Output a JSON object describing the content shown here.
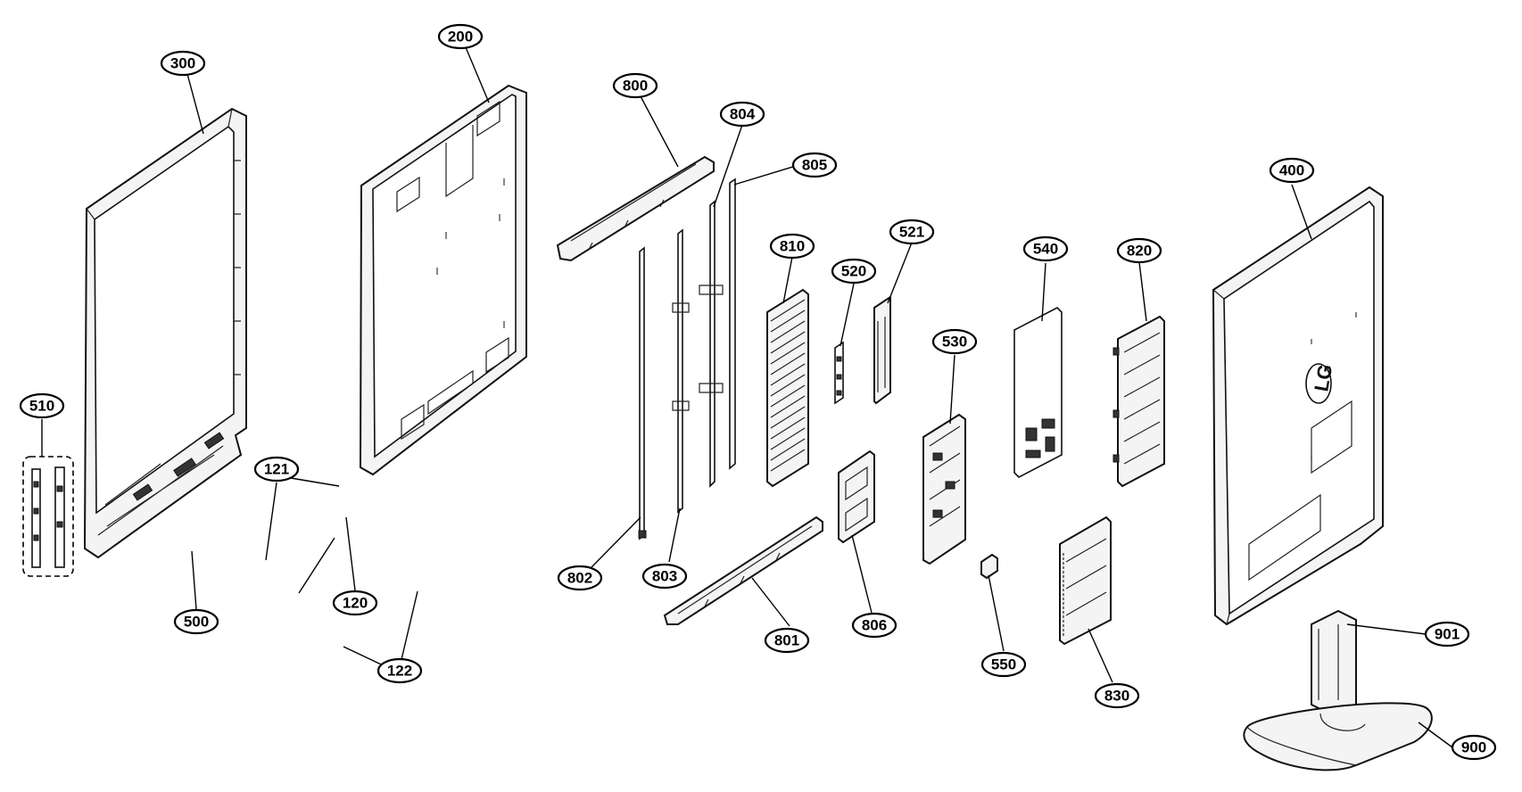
{
  "callouts": [
    {
      "id": "c300",
      "label": "300"
    },
    {
      "id": "c200",
      "label": "200"
    },
    {
      "id": "c800",
      "label": "800"
    },
    {
      "id": "c804",
      "label": "804"
    },
    {
      "id": "c805",
      "label": "805"
    },
    {
      "id": "c810",
      "label": "810"
    },
    {
      "id": "c521",
      "label": "521"
    },
    {
      "id": "c520",
      "label": "520"
    },
    {
      "id": "c540",
      "label": "540"
    },
    {
      "id": "c820",
      "label": "820"
    },
    {
      "id": "c400",
      "label": "400"
    },
    {
      "id": "c530",
      "label": "530"
    },
    {
      "id": "c510",
      "label": "510"
    },
    {
      "id": "c121",
      "label": "121"
    },
    {
      "id": "c500",
      "label": "500"
    },
    {
      "id": "c120",
      "label": "120"
    },
    {
      "id": "c122",
      "label": "122"
    },
    {
      "id": "c802",
      "label": "802"
    },
    {
      "id": "c803",
      "label": "803"
    },
    {
      "id": "c801",
      "label": "801"
    },
    {
      "id": "c806",
      "label": "806"
    },
    {
      "id": "c550",
      "label": "550"
    },
    {
      "id": "c830",
      "label": "830"
    },
    {
      "id": "c901",
      "label": "901"
    },
    {
      "id": "c900",
      "label": "900"
    }
  ],
  "logo": {
    "text": "LG"
  }
}
